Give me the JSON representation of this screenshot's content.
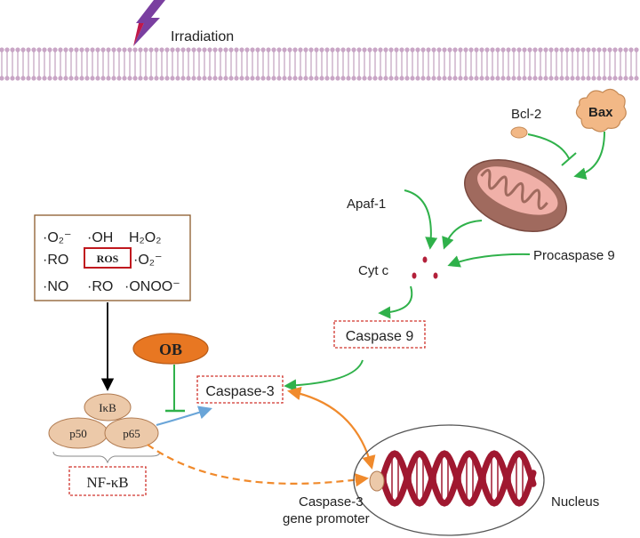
{
  "labels": {
    "irradiation": "Irradiation",
    "bcl2": "Bcl-2",
    "bax": "Bax",
    "apaf1": "Apaf-1",
    "procaspase9": "Procaspase 9",
    "cytc": "Cyt c",
    "caspase9": "Caspase 9",
    "caspase3": "Caspase-3",
    "ob": "OB",
    "ikb": "IκB",
    "p50": "p50",
    "p65": "p65",
    "nfkb": "NF-κB",
    "promoter_line1": "Caspase-3",
    "promoter_line2": "gene promoter",
    "nucleus": "Nucleus"
  },
  "ros_box": {
    "center_label": "ROS",
    "row1": [
      "·O₂⁻",
      "·OH",
      "H₂O₂"
    ],
    "row2": [
      "·RO",
      "·O₂⁻"
    ],
    "row3": [
      "·NO",
      "·RO",
      "·ONOO⁻"
    ]
  },
  "colors": {
    "membrane": "#c9a6c6",
    "membrane_dark": "#b58cb2",
    "bolt": "#7a3fa0",
    "bolt_tip": "#c0184a",
    "activation_arrow": "#2fb14a",
    "orange_arrow": "#f08a2c",
    "blue_arrow": "#6aa5d8",
    "dashed_box": "#d0342c",
    "ros_border": "#8b5a2b",
    "ros_inner": "#c0181e",
    "oval_fill": "#ecc9a9",
    "oval_stroke": "#b07a50",
    "ob_fill": "#e87722",
    "bax_fill": "#f2b886",
    "mito_outer": "#a06a5e",
    "mito_inner": "#f0b0a8",
    "dna": "#a01830",
    "cytc_dot": "#b3203a"
  }
}
